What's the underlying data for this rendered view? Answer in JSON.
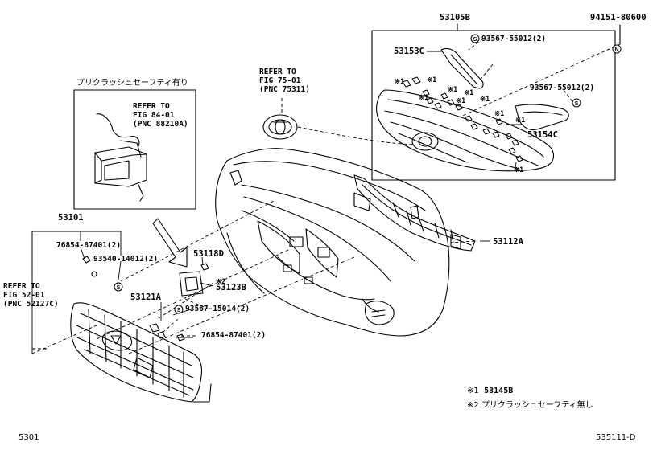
{
  "labels": {
    "p53105B": "53105B",
    "p94151": "94151-80600",
    "p93567_top": "93567-55012(2)",
    "p53153C": "53153C",
    "p93567_right": "93567-55012(2)",
    "p53154C": "53154C",
    "p53112A": "53112A",
    "p53101": "53101",
    "p76854_a": "76854-87401(2)",
    "p93540": "93540-14012(2)",
    "p53118D": "53118D",
    "p53123B": "53123B",
    "p53121A": "53121A",
    "p93567_mid": "93567-15014(2)",
    "p76854_b": "76854-87401(2)"
  },
  "refs": {
    "fig75": {
      "l1": "REFER TO",
      "l2": "FIG 75-01",
      "l3": "(PNC 75311)"
    },
    "fig84": {
      "l1": "REFER TO",
      "l2": "FIG 84-01",
      "l3": "(PNC 88210A)"
    },
    "fig52": {
      "l1": "REFER TO",
      "l2": "FIG 52-01",
      "l3": "(PNC 52127C)"
    }
  },
  "precrash_with": "プリクラッシュセーフティ有り",
  "mark1": "※1",
  "mark2": "※2",
  "circle_s": "S",
  "circle_n": "N",
  "legend": {
    "m1_key": "※1",
    "m1_val": "53145B",
    "m2_key": "※2",
    "m2_val": "プリクラッシュセーフティ無し"
  },
  "footer": {
    "left": "5301",
    "right": "535111-D"
  }
}
